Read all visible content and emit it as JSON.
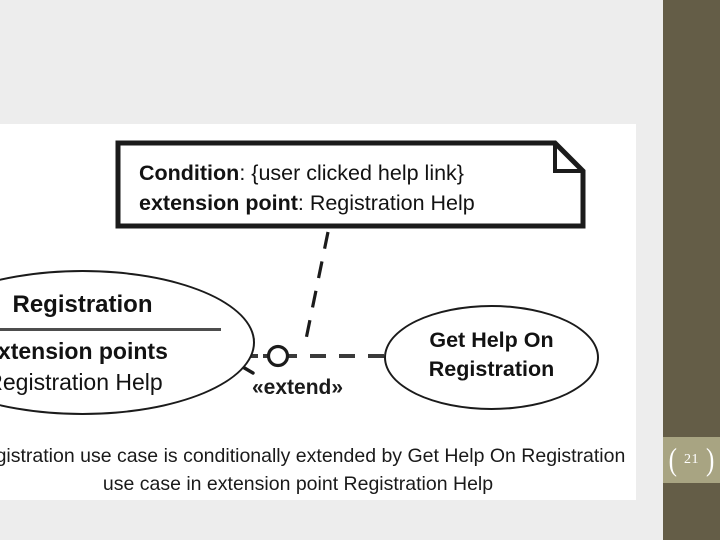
{
  "slide": {
    "page_number": "21",
    "paren_left": "(",
    "paren_right": ")",
    "sidebar_color": "#645d47",
    "page_block_color": "#a8a482",
    "background_color": "#ededed",
    "panel_color": "#ffffff"
  },
  "diagram": {
    "note": {
      "condition_label": "Condition",
      "condition_value": ": {user clicked help link}",
      "extension_point_label": "extension point",
      "extension_point_value": ": Registration Help"
    },
    "use_case_registration": {
      "title": "Registration",
      "extension_points_heading": "extension points",
      "extension_points_value": "Registration Help"
    },
    "use_case_get_help": {
      "label": "Get Help On Registration"
    },
    "relationship": {
      "stereotype": "«extend»",
      "line_style": "dashed",
      "arrow_direction": "left",
      "arrow_type": "open"
    }
  },
  "caption": {
    "line1": "Registration use case is conditionally extended by Get Help On Registration",
    "line2": "use case in extension point Registration Help"
  }
}
